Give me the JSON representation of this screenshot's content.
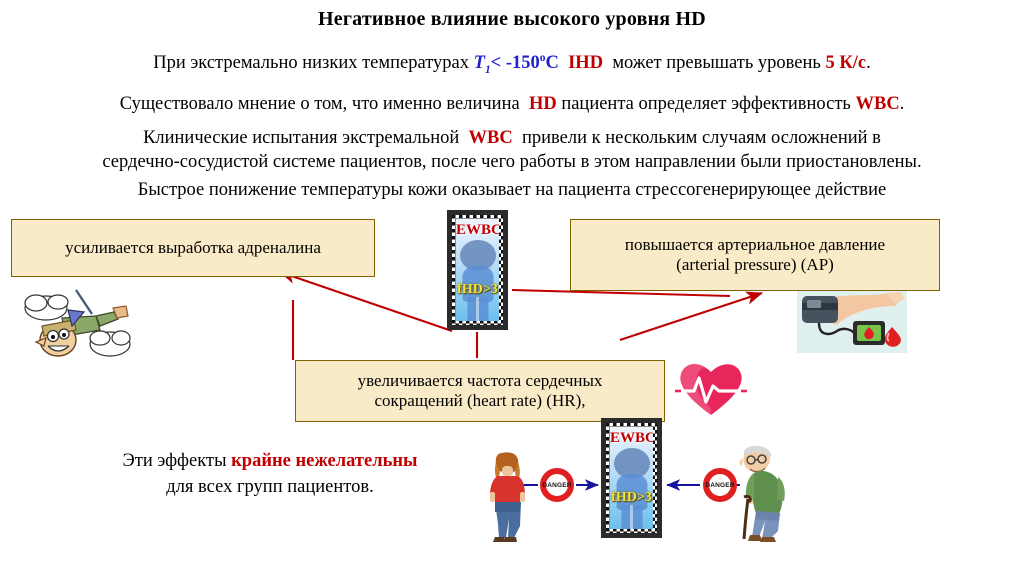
{
  "slide": {
    "title": "Негативное влияние высокого уровня HD",
    "paragraphs": {
      "p1_a": "При экстремально низких температурах ",
      "p1_T": "T",
      "p1_sub": "1",
      "p1_b": "< -150",
      "p1_deg": "o",
      "p1_c": "C",
      "p1_ihd": "IHD",
      "p1_d": "может превышать уровень ",
      "p1_rate": "5 К/с",
      "p1_e": ".",
      "p2_a": "Существовало мнение о том, что именно величина ",
      "p2_hd": "HD",
      "p2_b": "пациента определяет   эффективность ",
      "p2_wbc": "WBC",
      "p2_c": ".",
      "p3_a": "Клинические испытания экстремальной ",
      "p3_wbc": "WBC",
      "p3_b": "привели к нескольким случаям осложнений в",
      "p4": "сердечно-сосудистой системе пациентов, после чего работы в этом направлении были приостановлены.",
      "p5": "Быстрое понижение температуры кожи  оказывает на пациента стрессогенерирующее действие"
    },
    "boxes": {
      "adrenaline": "усиливается выработка адреналина",
      "pressure_line1": "повышается артериальное давление",
      "pressure_line2": "(arterial pressure) (AP)",
      "heartrate_line1": "увеличивается частота сердечных",
      "heartrate_line2": "сокращений (heart rate) (HR),"
    },
    "figures": {
      "center": {
        "label_top": "EWBC",
        "label_body": "fHD>3"
      },
      "bottom": {
        "label_top": "EWBC",
        "label_body": "fHD>3"
      }
    },
    "danger_signs": {
      "left": "DANGER",
      "right": "DANGER"
    },
    "conclusion": {
      "line1_a": "Эти эффекты ",
      "line1_red": "крайне нежелательны",
      "line2": "для всех групп пациентов."
    },
    "icons": {
      "heart": "heart-ecg-icon",
      "cold_person": "freezing-person-clipart",
      "bp_cuff": "blood-pressure-cuff-clipart",
      "young_patient": "young-patient-clipart",
      "elderly_patient": "elderly-patient-clipart"
    },
    "colors": {
      "accent_red": "#C00000",
      "accent_blue": "#2222CC",
      "box_fill": "#FAEBC8",
      "box_border": "#7F6000",
      "arrow_red": "#C00000",
      "arrow_blue": "#1515A0",
      "label_yellow": "#F5E13C"
    }
  }
}
